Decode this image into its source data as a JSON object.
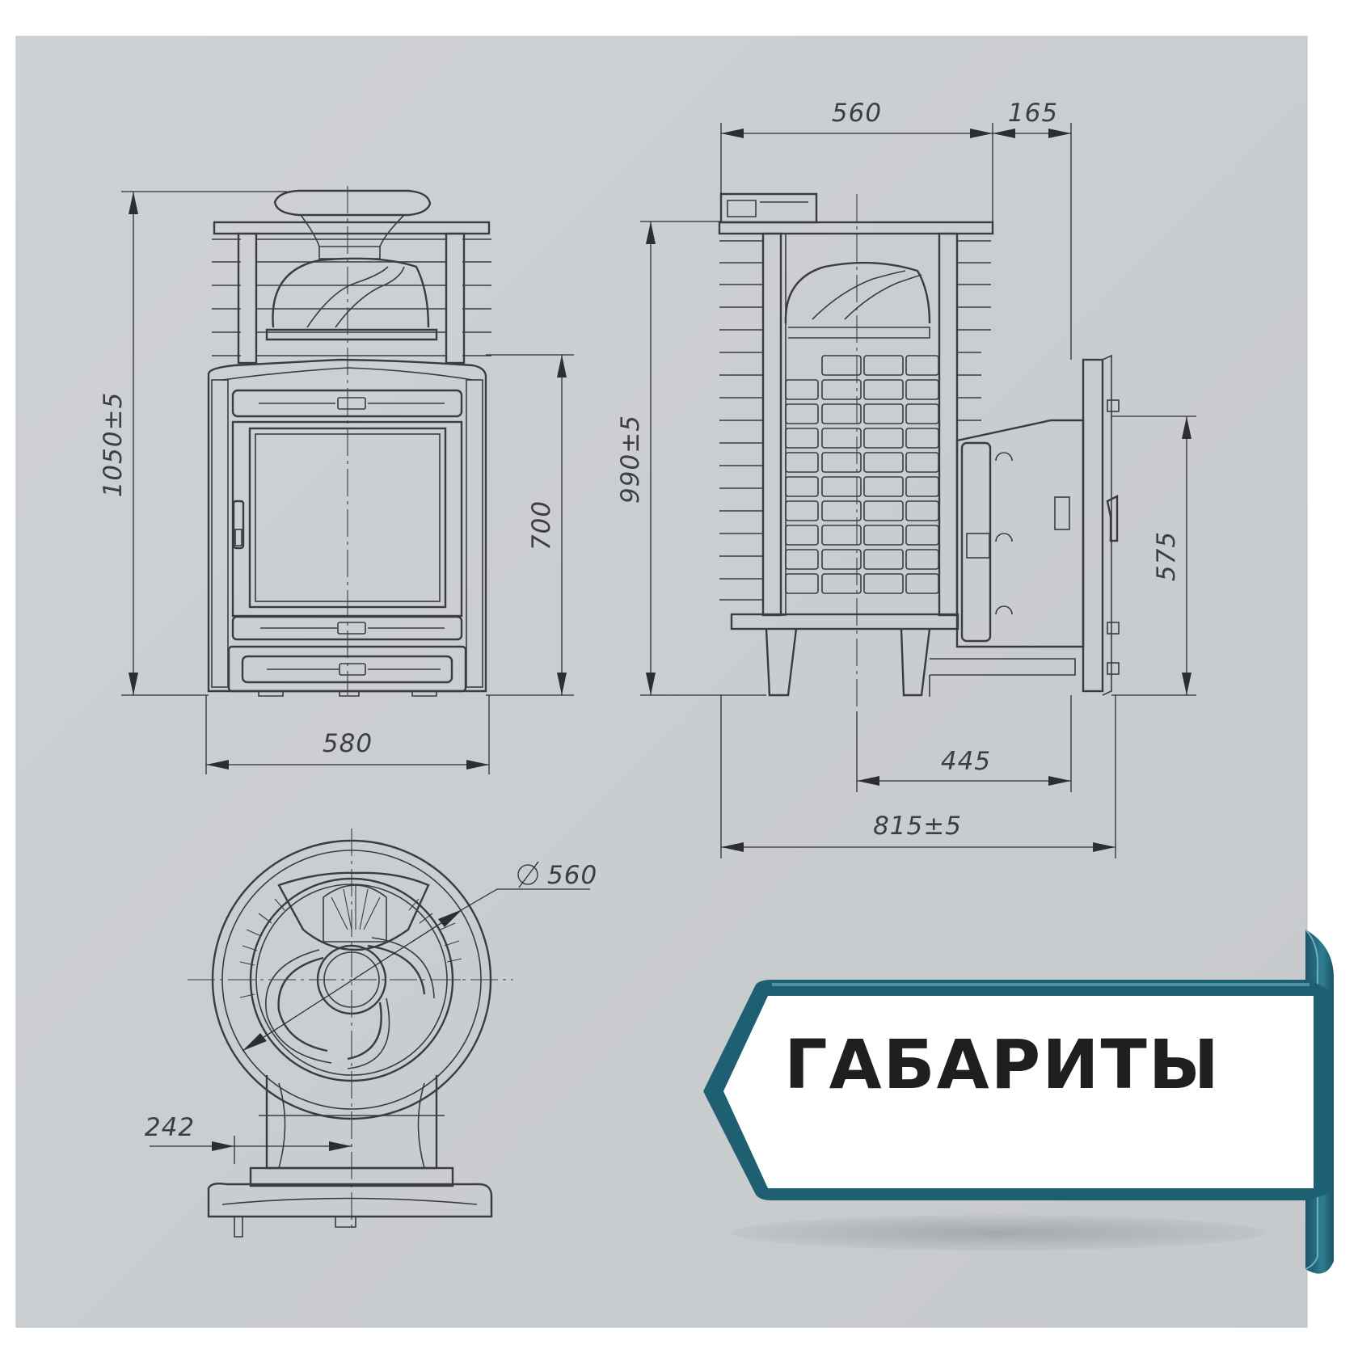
{
  "banner": {
    "title": "ГАБАРИТЫ"
  },
  "dimensions": {
    "front_height": "1050±5",
    "front_width": "580",
    "front_door_height": "700",
    "side_top_depth": "560",
    "side_top_offset": "165",
    "side_height": "990±5",
    "side_door_height": "575",
    "side_depth_front": "445",
    "side_total_depth": "815±5",
    "top_diameter": "560",
    "top_offset": "242"
  },
  "colors": {
    "sheet_top": "#cdd0d3",
    "sheet_bottom": "#c8cbce",
    "line": "#3a3c40",
    "banner_fill": "#ffffff",
    "banner_border": "#1f5f72",
    "banner_border_light": "#4c93a7",
    "text": "#1f1f22"
  }
}
